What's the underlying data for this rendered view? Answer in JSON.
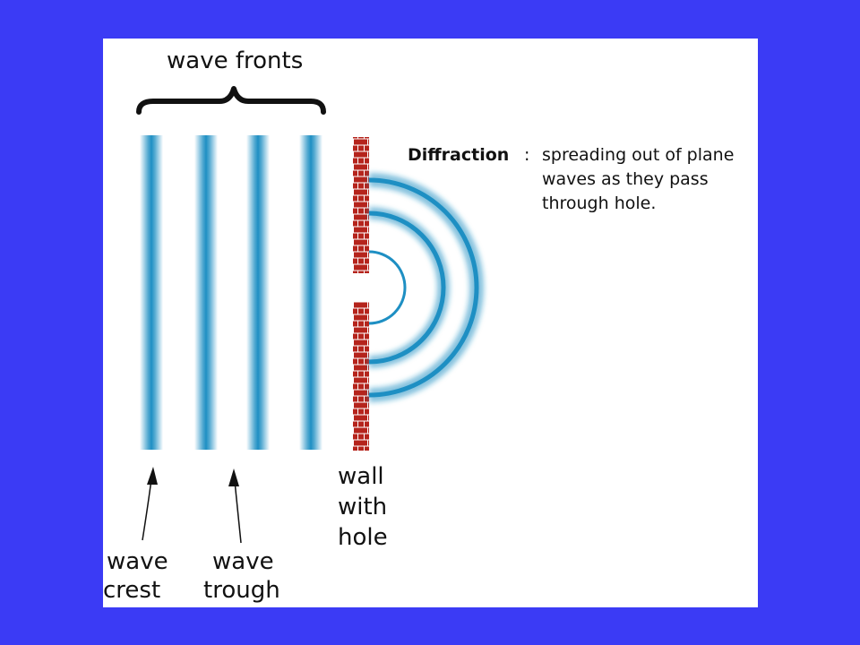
{
  "diagram": {
    "title_label": "wave fronts",
    "definition": {
      "term": "Diffraction",
      "separator": ":",
      "lines": [
        "spreading out of plane",
        "waves as they pass",
        "through hole."
      ]
    },
    "labels": {
      "crest": [
        "wave",
        "crest"
      ],
      "trough": [
        "wave",
        "trough"
      ],
      "wall": [
        "wall",
        "with",
        "hole"
      ]
    },
    "colors": {
      "background": "#3b3bf5",
      "panel": "#ffffff",
      "wave": "#1e8fc3",
      "brick": "#b5241c",
      "mortar": "#ffffff",
      "text": "#111111"
    }
  }
}
